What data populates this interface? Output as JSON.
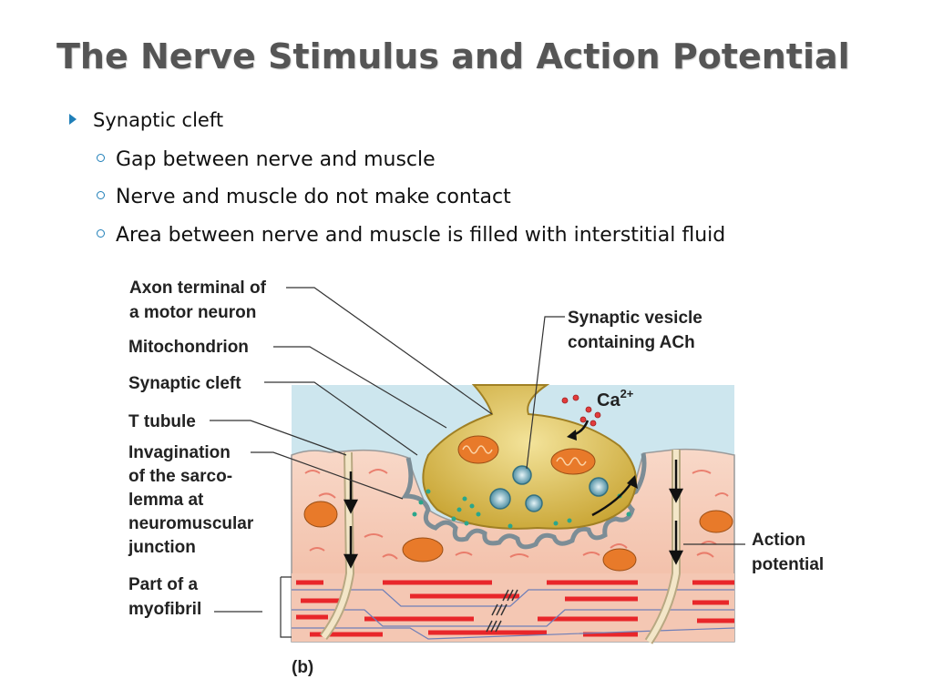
{
  "slide": {
    "title": "The Nerve Stimulus and Action Potential",
    "bullet": "Synaptic cleft",
    "sub_bullets": [
      "Gap between nerve and muscle",
      "Nerve and muscle do not make contact",
      "Area between nerve and muscle is filled with interstitial fluid"
    ]
  },
  "figure": {
    "labels": {
      "axon_terminal": [
        "Axon terminal of",
        "a motor neuron"
      ],
      "mitochondrion": "Mitochondrion",
      "synaptic_cleft": "Synaptic cleft",
      "t_tubule": "T tubule",
      "invagination": [
        "Invagination",
        "of the sarco-",
        "lemma at",
        "neuromuscular",
        "junction"
      ],
      "myofibril": [
        "Part of a",
        "myofibril"
      ],
      "vesicle": [
        "Synaptic vesicle",
        "containing ACh"
      ],
      "calcium": "Ca",
      "calcium_charge": "2+",
      "action_potential": [
        "Action",
        "potential"
      ],
      "panel": "(b)"
    },
    "colors": {
      "fluid": "#cde6ee",
      "muscle": "#f5c9b4",
      "axon": "#d9b84a",
      "mitochondria": "#e87a2a",
      "myofibril_band": "#e8262a",
      "bullet_accent": "#1f7fb8"
    }
  }
}
